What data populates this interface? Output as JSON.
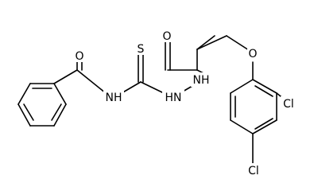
{
  "molecule": {
    "atoms": {
      "carbonyl_o_left": "O",
      "amide_nh": "NH",
      "thione_s": "S",
      "hydrazine_nh_1": "HN",
      "hydrazine_nh_2": "NH",
      "carbonyl_o_right": "O",
      "ether_o": "O",
      "chloro_ortho": "Cl",
      "chloro_para": "Cl"
    }
  },
  "colors": {
    "bond": "#000000",
    "label": "#000000",
    "background": "#ffffff"
  }
}
